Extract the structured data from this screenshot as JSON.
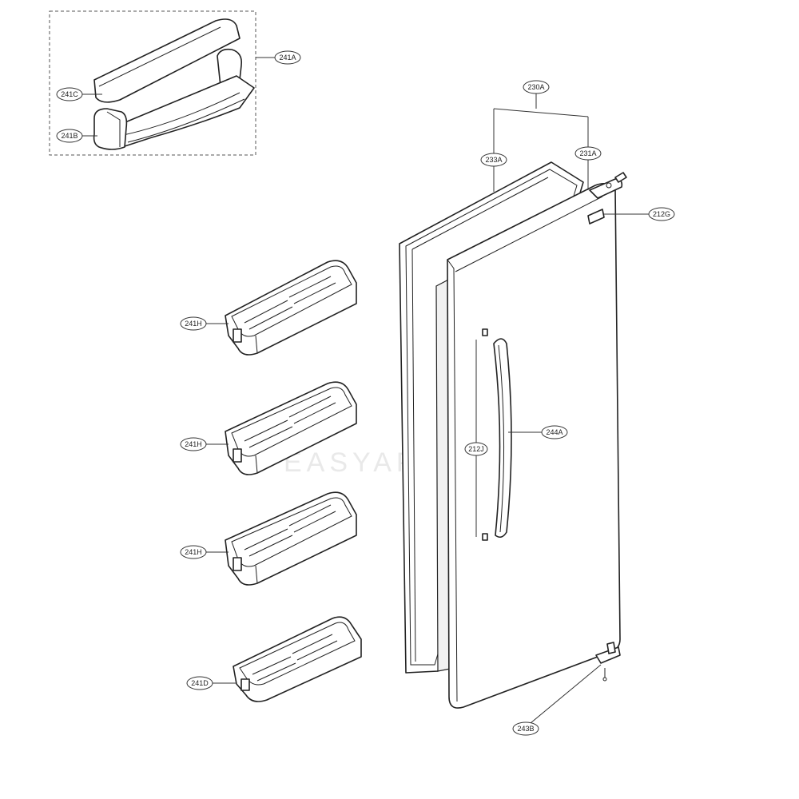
{
  "diagram": {
    "watermark": "EASYAPPLIANCE",
    "callouts": {
      "c241A": "241A",
      "c241C": "241C",
      "c241B": "241B",
      "c230A": "230A",
      "c233A": "233A",
      "c231A": "231A",
      "c212G": "212G",
      "c241H_1": "241H",
      "c241H_2": "241H",
      "c241H_3": "241H",
      "c241D": "241D",
      "c244A": "244A",
      "c212J": "212J",
      "c243B": "243B"
    }
  }
}
